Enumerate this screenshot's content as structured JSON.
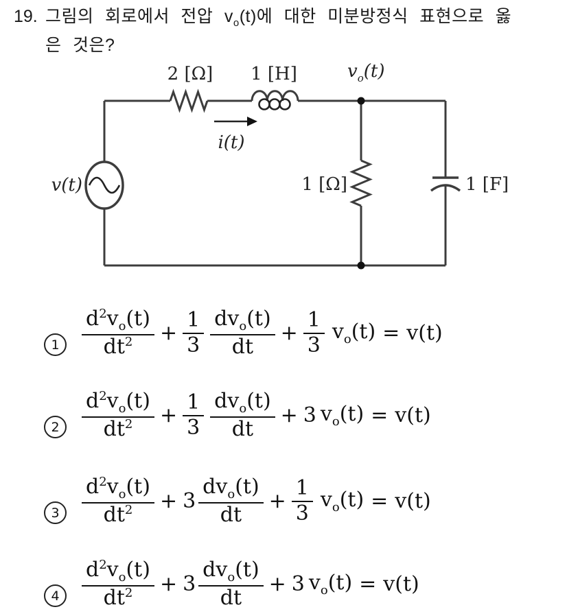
{
  "question": {
    "number": "19.",
    "line1_before_v": "그림의 회로에서 전압 v",
    "v_subscript": "o",
    "line1_after_v": "(t)에 대한 미분방정식 표현으로 옳",
    "line2": "은 것은?"
  },
  "circuit": {
    "series_resistor_label": "2 [Ω]",
    "inductor_label": "1 [H]",
    "output_node_v": "v",
    "output_node_sub": "o",
    "output_node_paren": "(t)",
    "current_label": "i(t)",
    "source_label": "v(t)",
    "shunt_resistor_label": "1 [Ω]",
    "capacitor_label": "1 [F]"
  },
  "symbols": {
    "plus": "+",
    "equals": "="
  },
  "formula": {
    "d": "d",
    "squared": "2",
    "v": "v",
    "o_sub": "o",
    "of_t": "(t)",
    "dt": "dt",
    "v_of_t": "v(t)"
  },
  "options": [
    {
      "num": "1",
      "coefA": {
        "num": "1",
        "den": "3"
      },
      "coefB": {
        "num": "1",
        "den": "3"
      },
      "equation": "d²v_o(t)/dt² + (1/3)dv_o(t)/dt + (1/3)v_o(t) = v(t)"
    },
    {
      "num": "2",
      "coefA": {
        "num": "1",
        "den": "3"
      },
      "coefB": {
        "val": "3"
      },
      "equation": "d²v_o(t)/dt² + (1/3)dv_o(t)/dt + 3v_o(t) = v(t)"
    },
    {
      "num": "3",
      "coefA": {
        "val": "3"
      },
      "coefB": {
        "num": "1",
        "den": "3"
      },
      "equation": "d²v_o(t)/dt² + 3dv_o(t)/dt + (1/3)v_o(t) = v(t)"
    },
    {
      "num": "4",
      "coefA": {
        "val": "3"
      },
      "coefB": {
        "val": "3"
      },
      "equation": "d²v_o(t)/dt² + 3dv_o(t)/dt + 3v_o(t) = v(t)"
    }
  ]
}
